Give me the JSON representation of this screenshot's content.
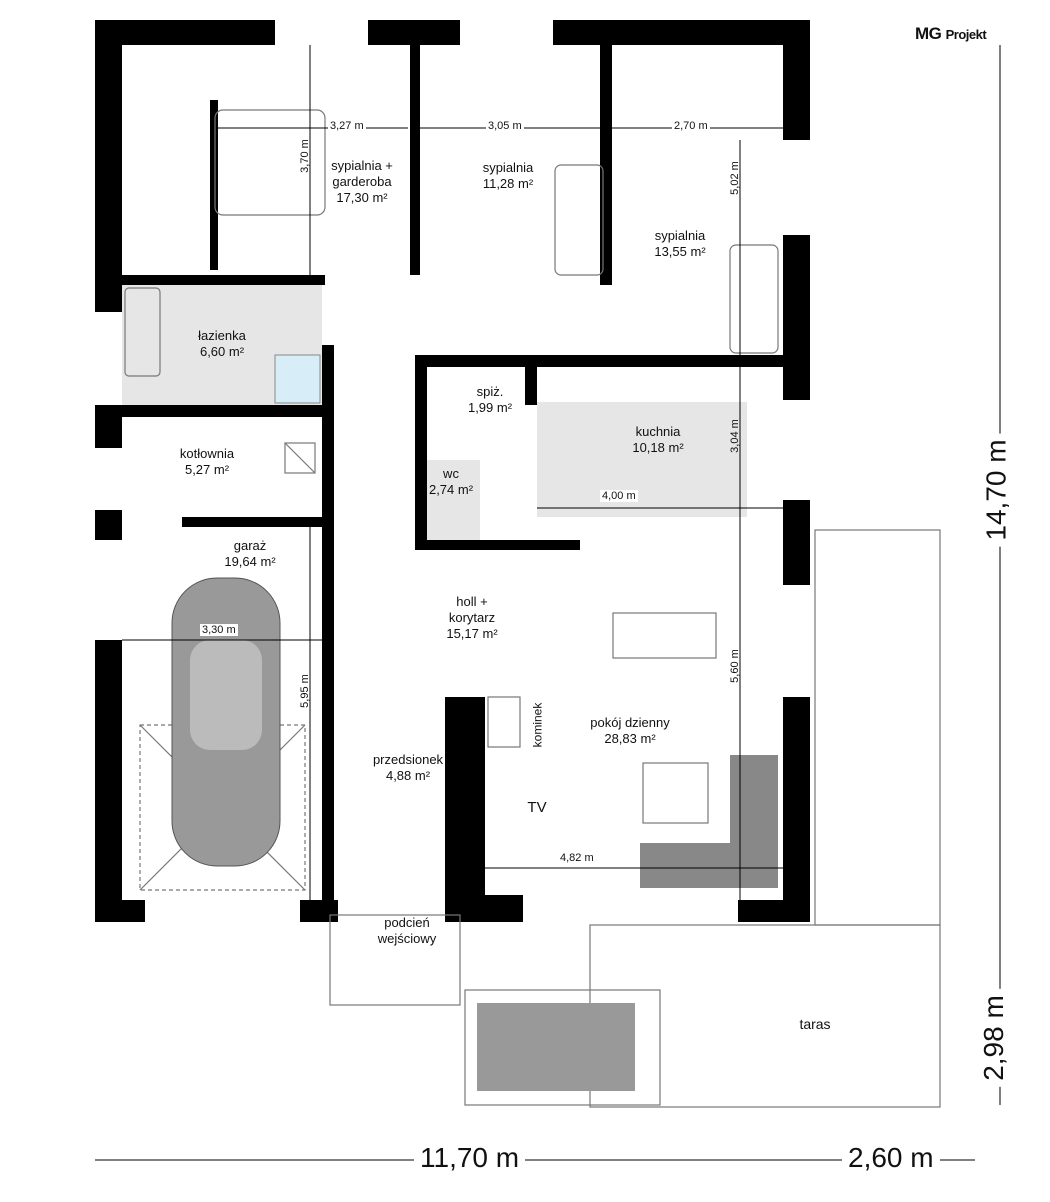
{
  "brand": {
    "logo_main": "MG",
    "logo_sub": "Projekt"
  },
  "rooms": [
    {
      "name": "sypialnia +",
      "name2": "garderoba",
      "area": "17,30 m²"
    },
    {
      "name": "sypialnia",
      "area": "11,28 m²"
    },
    {
      "name": "sypialnia",
      "area": "13,55 m²"
    },
    {
      "name": "łazienka",
      "area": "6,60 m²"
    },
    {
      "name": "kotłownia",
      "area": "5,27 m²"
    },
    {
      "name": "spiż.",
      "area": "1,99 m²"
    },
    {
      "name": "kuchnia",
      "area": "10,18 m²"
    },
    {
      "name": "wc",
      "area": "2,74 m²"
    },
    {
      "name": "garaż",
      "area": "19,64 m²"
    },
    {
      "name": "holl +",
      "name2": "korytarz",
      "area": "15,17 m²"
    },
    {
      "name": "przedsionek",
      "area": "4,88 m²"
    },
    {
      "name": "pokój dzienny",
      "area": "28,83 m²"
    },
    {
      "name": "podcień",
      "name2": "wejściowy"
    },
    {
      "name": "taras"
    }
  ],
  "labels": {
    "kominek": "kominek",
    "tv": "TV"
  },
  "dimensions": {
    "d1": "3,27 m",
    "d2": "3,05 m",
    "d3": "2,70 m",
    "d4": "3,70 m",
    "d5": "5,02 m",
    "d6": "3,04 m",
    "d7": "4,00 m",
    "d8": "3,30 m",
    "d9": "5,95 m",
    "d10": "5,60 m",
    "d11": "4,82 m"
  },
  "overall": {
    "width_house": "11,70 m",
    "width_taras": "2,60 m",
    "depth_house": "14,70 m",
    "depth_taras": "2,98 m"
  }
}
